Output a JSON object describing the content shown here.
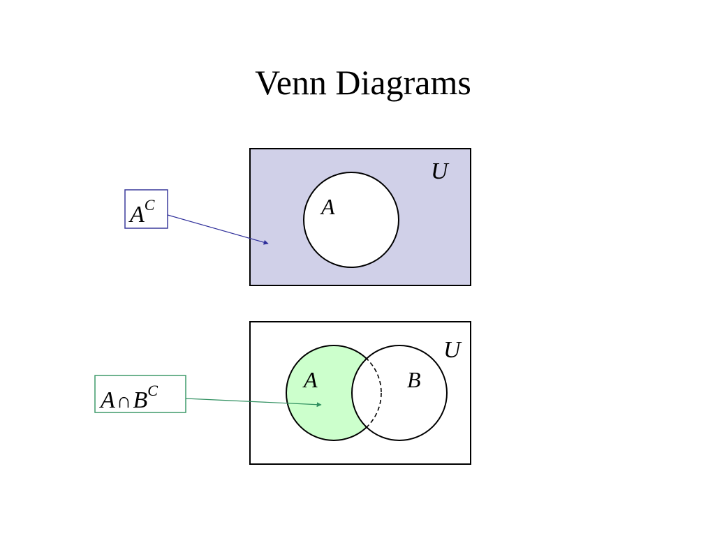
{
  "title": "Venn Diagrams",
  "colors": {
    "complement_fill": "#d0d0e8",
    "complement_label_border": "#3a3a9c",
    "complement_arrow": "#2e2e9a",
    "difference_fill": "#ccffcc",
    "difference_label_border": "#3e9a6a",
    "difference_arrow": "#2f8f5f",
    "outline": "#000000"
  },
  "diagram1": {
    "universe_label": "U",
    "set_a_label": "A",
    "callout": {
      "base": "A",
      "sup": "C"
    }
  },
  "diagram2": {
    "universe_label": "U",
    "set_a_label": "A",
    "set_b_label": "B",
    "callout": {
      "a": "A",
      "op": "∩",
      "b": "B",
      "sup": "C"
    }
  }
}
